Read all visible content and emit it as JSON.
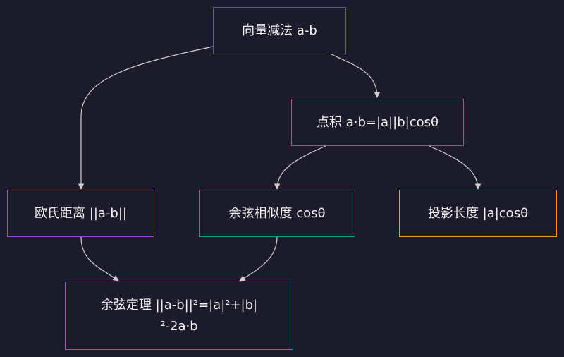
{
  "nodes": {
    "vector_subtraction": "向量减法 a-b",
    "dot_product": "点积 a·b=|a||b|cosθ",
    "euclidean_distance": "欧氏距离 ||a-b||",
    "cosine_similarity": "余弦相似度 cosθ",
    "projection_length": "投影长度 |a|cosθ",
    "law_of_cosines": "余弦定理 ||a-b||²=|a|²+|b|²-2a·b"
  },
  "colors": {
    "background": "#1b1b2b",
    "edge": "#d0d0d0",
    "vector_subtraction_border": "#5a52d6",
    "dot_product_border": "#d63e8c",
    "euclidean_distance_border": "#9a4ad8",
    "cosine_similarity_border": "#1c9a80",
    "projection_length_border": "#e89a1c",
    "law_of_cosines_border": "#1c9ab8"
  }
}
